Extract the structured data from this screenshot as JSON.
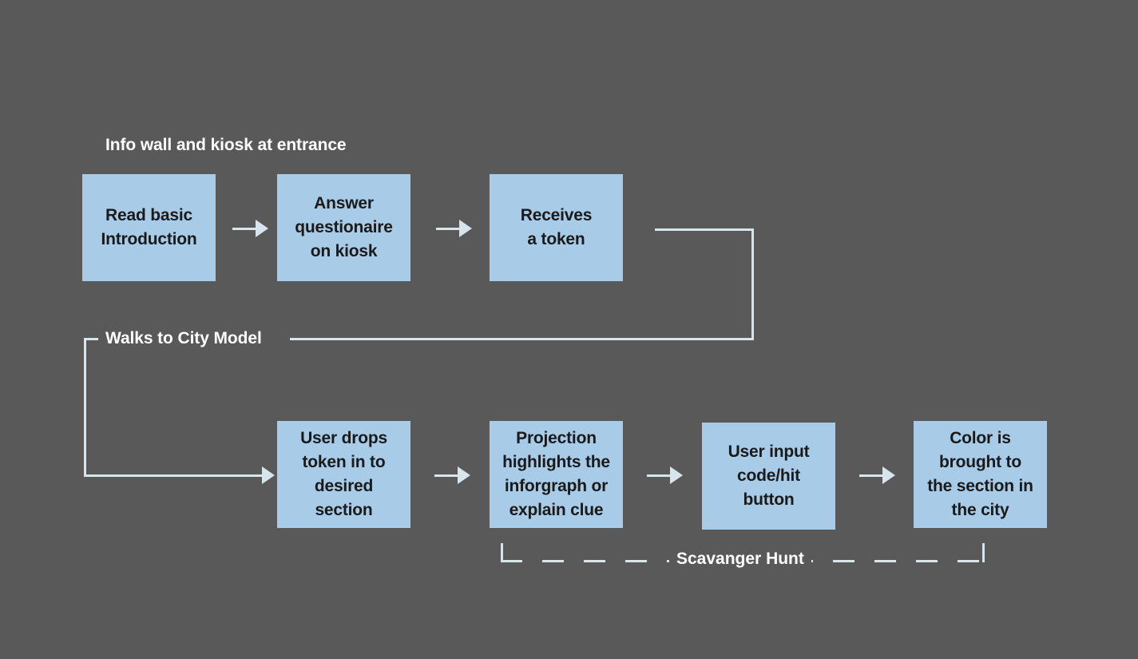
{
  "diagram": {
    "title_visible": false,
    "background_color": "#595959",
    "node_fill_color": "#a8cce8",
    "node_text_color": "#1a1a1a",
    "connector_color": "#d6e6ec",
    "label_color": "#ffffff"
  },
  "sections": [
    {
      "id": "info-wall",
      "label": "Info wall and kiosk at entrance"
    },
    {
      "id": "walks-to-city-model",
      "label": "Walks to City Model"
    }
  ],
  "nodes": [
    {
      "id": "read-basic-introduction",
      "label": "Read basic\nIntroduction"
    },
    {
      "id": "answer-questionaire-on-kiosk",
      "label": "Answer\nquestionaire\non kiosk"
    },
    {
      "id": "receives-a-token",
      "label": "Receives\na token"
    },
    {
      "id": "user-drops-token",
      "label": "User drops\ntoken in to\ndesired\nsection"
    },
    {
      "id": "projection-highlights",
      "label": "Projection\nhighlights the\ninforgraph or\nexplain clue"
    },
    {
      "id": "user-input-code",
      "label": "User input\ncode/hit\nbutton"
    },
    {
      "id": "color-brought-to-section",
      "label": "Color is\nbrought to\nthe section in\nthe city"
    }
  ],
  "groups": [
    {
      "id": "scavanger-hunt",
      "label": "Scavanger Hunt",
      "style": "dashed-bracket"
    }
  ]
}
